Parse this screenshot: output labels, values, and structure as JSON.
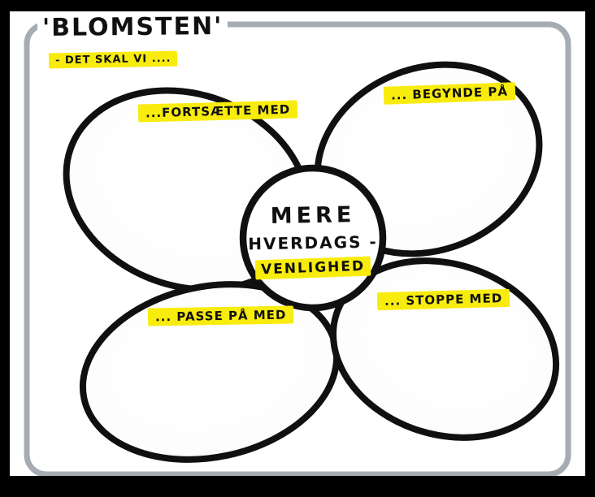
{
  "page": {
    "title": "'BLOMSTEN'",
    "subtitle": "- DET SKAL VI ...."
  },
  "flower": {
    "center": {
      "line1": "MERE",
      "line2": "HVERDAGS -",
      "line3": "VENLIGHED"
    },
    "petals": [
      {
        "id": "top-left",
        "label": "...FORTSÆTTE MED"
      },
      {
        "id": "top-right",
        "label": "... BEGYNDE PÅ"
      },
      {
        "id": "bottom-left",
        "label": "... PASSE PÅ MED"
      },
      {
        "id": "bottom-right",
        "label": "... STOPPE MED"
      }
    ]
  },
  "colors": {
    "background": "#000000",
    "paper": "#ffffff",
    "ink": "#101010",
    "frame": "#a6acb2",
    "highlight": "#f8ec0e"
  }
}
